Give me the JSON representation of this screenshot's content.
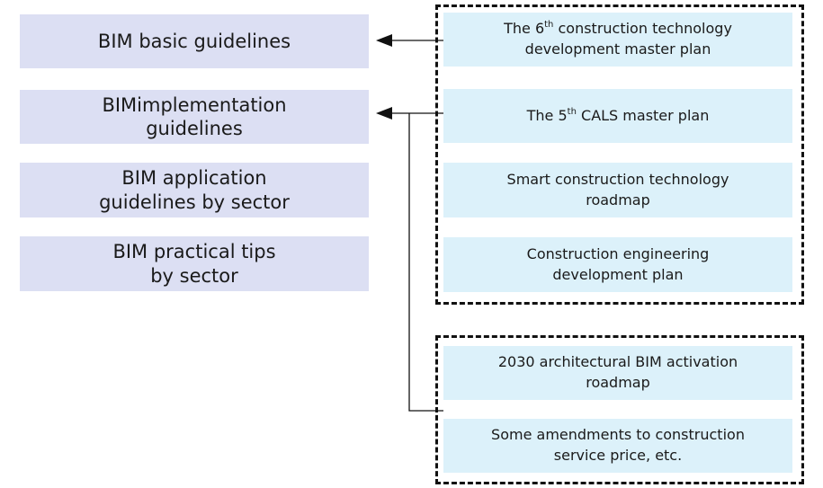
{
  "guidelines": [
    {
      "label": "BIM basic guidelines"
    },
    {
      "label": "BIMimplementation\nguidelines"
    },
    {
      "label": "BIM application\nguidelines by sector"
    },
    {
      "label": "BIM practical tips\nby sector"
    }
  ],
  "plans_group_top": [
    {
      "pre": "The 6",
      "sup": "th",
      "post": " construction technology",
      "line2": "development master plan"
    },
    {
      "pre": "The 5",
      "sup": "th",
      "post": " CALS master plan",
      "line2": ""
    },
    {
      "pre": "Smart construction technology",
      "sup": "",
      "post": "",
      "line2": "roadmap"
    },
    {
      "pre": "Construction engineering",
      "sup": "",
      "post": "",
      "line2": "development plan"
    }
  ],
  "plans_group_bottom": [
    {
      "pre": "2030 architectural BIM activation",
      "sup": "",
      "post": "",
      "line2": "roadmap"
    },
    {
      "pre": "Some amendments to construction",
      "sup": "",
      "post": "",
      "line2": "service price, etc."
    }
  ],
  "colors": {
    "guideline_fill": "#dcdff3",
    "plan_fill": "#dcf1fa",
    "line": "#111111"
  }
}
